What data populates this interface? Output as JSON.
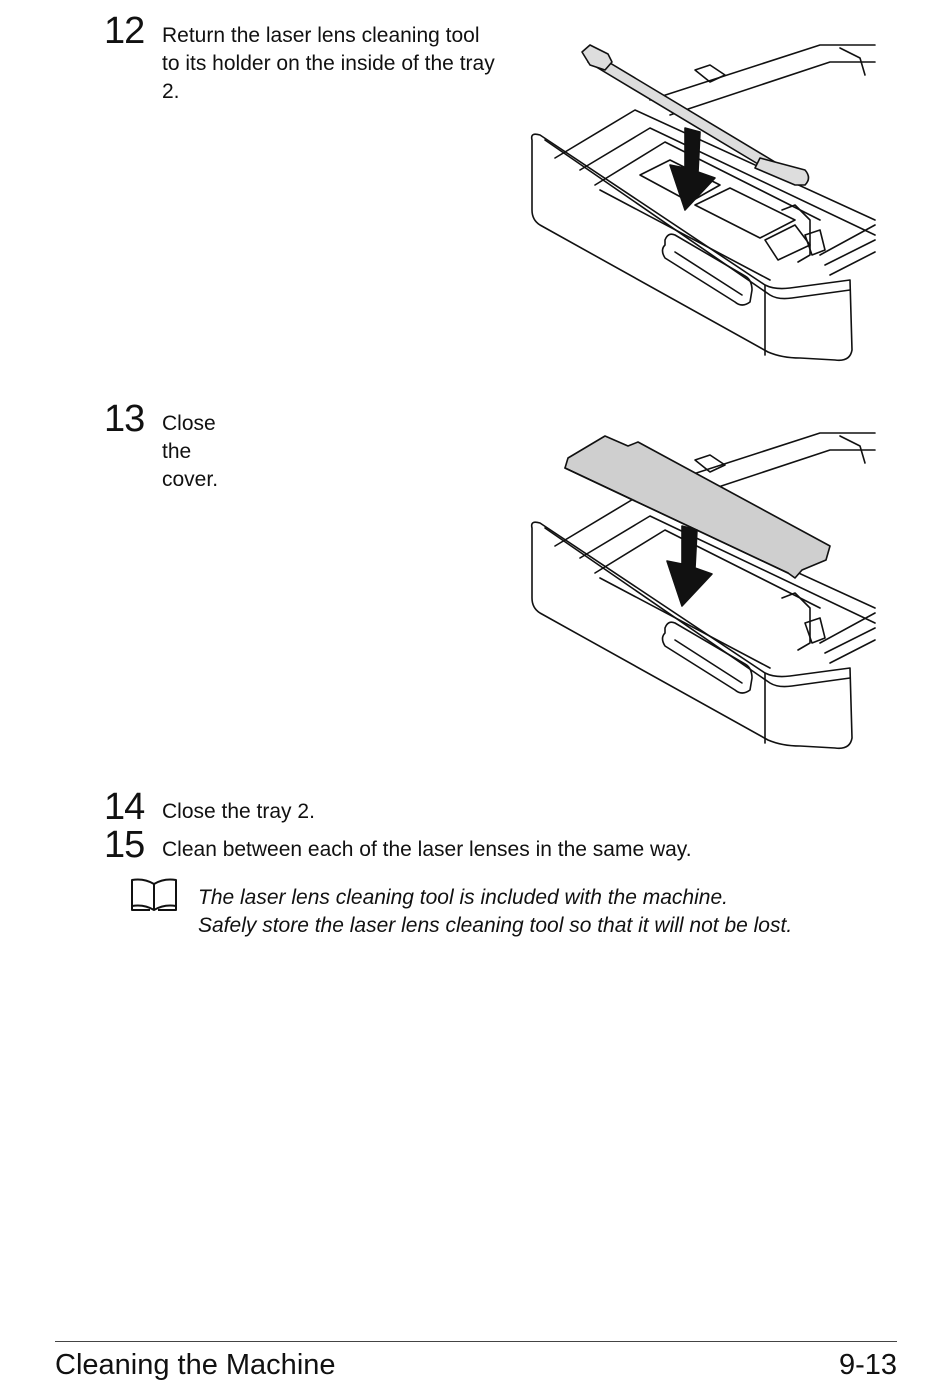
{
  "steps": [
    {
      "number": "12",
      "text": "Return the laser lens cleaning tool to its holder on the inside of the tray 2."
    },
    {
      "number": "13",
      "text": "Close the cover."
    },
    {
      "number": "14",
      "text": "Close the tray 2."
    },
    {
      "number": "15",
      "text": "Clean between each of the laser lenses in the same way."
    }
  ],
  "note": {
    "icon": "open-book-icon",
    "lines": [
      "The laser lens cleaning tool is included with the machine.",
      "Safely store the laser lens cleaning tool so that it will not be lost."
    ]
  },
  "figures": [
    {
      "name": "tray-with-cleaning-tool-illustration"
    },
    {
      "name": "tray-with-cover-illustration",
      "cover_color": "#cfcfcf"
    }
  ],
  "footer": {
    "section_title": "Cleaning the Machine",
    "page_number": "9-13"
  }
}
